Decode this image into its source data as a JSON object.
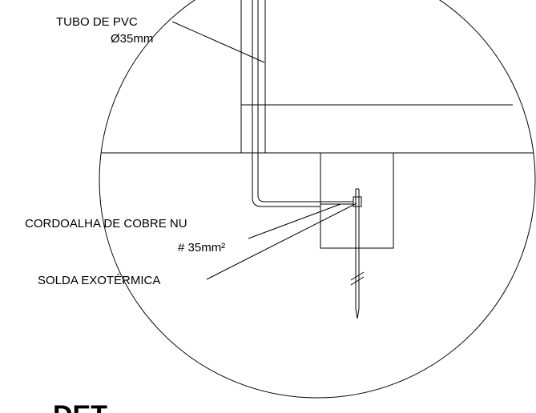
{
  "labels": {
    "pvc_tube_line1": "TUBO DE PVC",
    "pvc_tube_line2": "Ø35mm",
    "copper_cable_line1": "CORDOALHA DE COBRE NU",
    "copper_cable_line2": "# 35mm²",
    "exothermic_weld": "SOLDA EXOTÉRMICA"
  },
  "title": "DET"
}
